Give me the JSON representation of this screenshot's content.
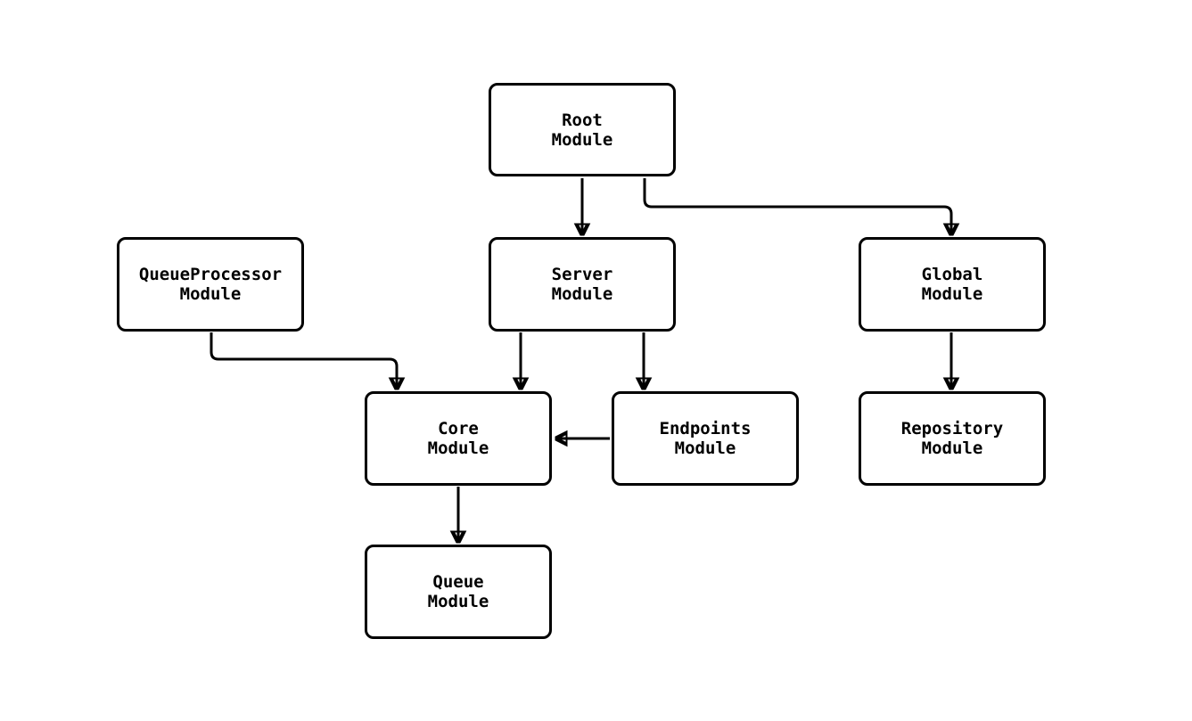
{
  "diagram": {
    "type": "flowchart",
    "background": "#ffffff",
    "colors": {
      "node_fill": "#ffffff",
      "node_border": "#000000",
      "edge": "#000000",
      "text": "#000000"
    },
    "nodes": [
      {
        "id": "root",
        "label": "Root\nModule"
      },
      {
        "id": "queueprocessor",
        "label": "QueueProcessor\nModule"
      },
      {
        "id": "server",
        "label": "Server\nModule"
      },
      {
        "id": "global",
        "label": "Global\nModule"
      },
      {
        "id": "core",
        "label": "Core\nModule"
      },
      {
        "id": "endpoints",
        "label": "Endpoints\nModule"
      },
      {
        "id": "repository",
        "label": "Repository\nModule"
      },
      {
        "id": "queue",
        "label": "Queue\nModule"
      }
    ],
    "edges": [
      {
        "from": "Root Module",
        "to": "Server Module"
      },
      {
        "from": "Root Module",
        "to": "Global Module"
      },
      {
        "from": "QueueProcessor Module",
        "to": "Core Module"
      },
      {
        "from": "Server Module",
        "to": "Core Module"
      },
      {
        "from": "Server Module",
        "to": "Endpoints Module"
      },
      {
        "from": "Endpoints Module",
        "to": "Core Module"
      },
      {
        "from": "Global Module",
        "to": "Repository Module"
      },
      {
        "from": "Core Module",
        "to": "Queue Module"
      }
    ]
  }
}
